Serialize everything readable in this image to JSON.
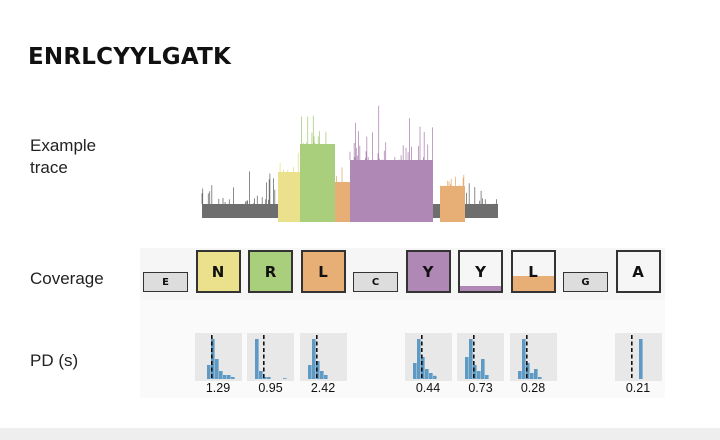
{
  "title": "ENRLCYYLGATK",
  "labels": {
    "example_trace": "Example\ntrace",
    "coverage": "Coverage",
    "pd": "PD (s)"
  },
  "colors": {
    "E": "#dddddd",
    "N": "#ebe08c",
    "R": "#a9cf7c",
    "L": "#e7ae76",
    "C": "#dddddd",
    "Y": "#b088b6",
    "G": "#dddddd",
    "A": "#ffffff",
    "baseline": "#6e6e6e",
    "histogram": "#5f9ac4"
  },
  "coverage": [
    {
      "residue": "E",
      "size": "small",
      "fill": 1.0
    },
    {
      "residue": "N",
      "size": "big",
      "fill": 1.0
    },
    {
      "residue": "R",
      "size": "big",
      "fill": 1.0
    },
    {
      "residue": "L",
      "size": "big",
      "fill": 1.0
    },
    {
      "residue": "C",
      "size": "small",
      "fill": 1.0
    },
    {
      "residue": "Y",
      "size": "big",
      "fill": 1.0
    },
    {
      "residue": "Y",
      "size": "big",
      "fill": 0.12
    },
    {
      "residue": "L",
      "size": "big",
      "fill": 0.38
    },
    {
      "residue": "G",
      "size": "small",
      "fill": 1.0
    },
    {
      "residue": "A",
      "size": "big",
      "fill": 0.0
    }
  ],
  "pd": [
    {
      "slot": 1,
      "value": "1.29",
      "bins": [
        0.0,
        0.35,
        1.0,
        0.5,
        0.2,
        0.1,
        0.1,
        0.05
      ]
    },
    {
      "slot": 2,
      "value": "0.95",
      "bins": [
        1.0,
        0.2,
        0.05,
        0.05,
        0.0,
        0.0,
        0.0,
        0.02
      ]
    },
    {
      "slot": 3,
      "value": "2.42",
      "bins": [
        0.35,
        1.0,
        0.45,
        0.2,
        0.1,
        0.0,
        0.0,
        0.0
      ]
    },
    {
      "slot": 5,
      "value": "0.44",
      "bins": [
        0.4,
        1.0,
        0.55,
        0.25,
        0.15,
        0.08,
        0.0,
        0.0
      ]
    },
    {
      "slot": 6,
      "value": "0.73",
      "bins": [
        0.55,
        1.0,
        0.35,
        0.2,
        0.5,
        0.1,
        0.0,
        0.0
      ]
    },
    {
      "slot": 7,
      "value": "0.28",
      "bins": [
        0.2,
        1.0,
        0.4,
        0.15,
        0.25,
        0.05,
        0.0,
        0.0
      ]
    },
    {
      "slot": 9,
      "value": "0.21",
      "bins": [
        0.0,
        0.0,
        0.0,
        0.0,
        1.0,
        0.0,
        0.0,
        0.0
      ]
    }
  ]
}
